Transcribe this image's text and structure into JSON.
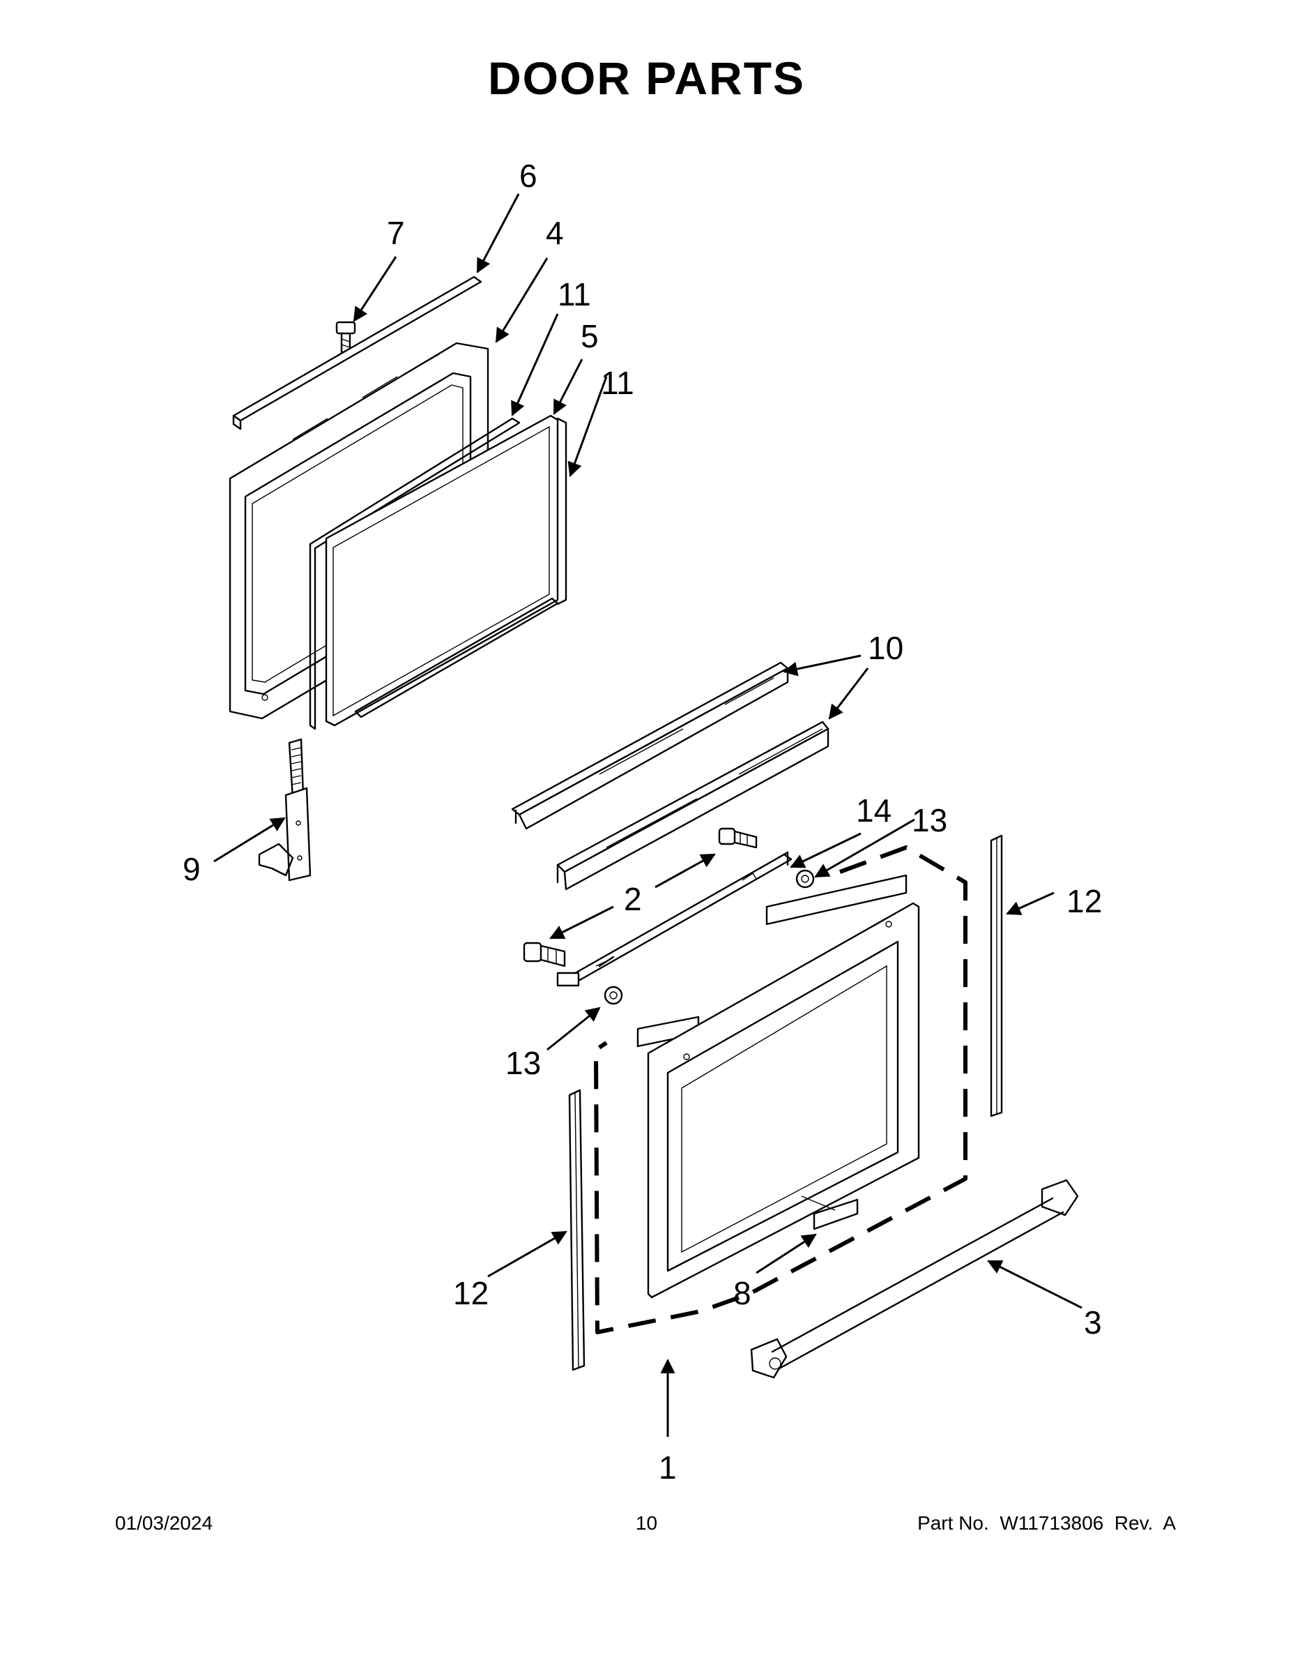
{
  "title": "DOOR PARTS",
  "footer": {
    "date": "01/03/2024",
    "page": "10",
    "part_label": "Part No.  W11713806  Rev.  A"
  },
  "callouts": {
    "c1": "1",
    "c2a": "2",
    "c3": "3",
    "c4": "4",
    "c5": "5",
    "c6": "6",
    "c7": "7",
    "c8": "8",
    "c9": "9",
    "c10": "10",
    "c11a": "11",
    "c11b": "11",
    "c12a": "12",
    "c12b": "12",
    "c13a": "13",
    "c13b": "13",
    "c14": "14"
  }
}
